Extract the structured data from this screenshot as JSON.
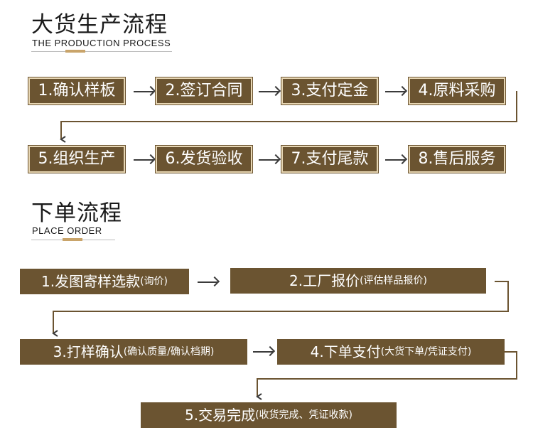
{
  "production": {
    "title": "大货生产流程",
    "subtitle": "THE PRODUCTION PROCESS",
    "steps": [
      "1.确认样板",
      "2.签订合同",
      "3.支付定金",
      "4.原料采购",
      "5.组织生产",
      "6.发货验收",
      "7.支付尾款",
      "8.售后服务"
    ]
  },
  "order": {
    "title": "下单流程",
    "subtitle": "PLACE ORDER",
    "steps": [
      {
        "main": "1.发图寄样选款",
        "sub": "(询价)"
      },
      {
        "main": "2.工厂报价",
        "sub": "(评估样品报价)"
      },
      {
        "main": "3.打样确认",
        "sub": "(确认质量/确认档期)"
      },
      {
        "main": "4.下单支付",
        "sub": "(大货下单/凭证支付)"
      },
      {
        "main": "5.交易完成",
        "sub": "(收货完成、凭证收款)"
      }
    ]
  },
  "colors": {
    "box_fill": "#6b5431",
    "box_border": "#e7d6b3",
    "accent": "#c9a46a",
    "arrow": "#3b3b3b"
  }
}
